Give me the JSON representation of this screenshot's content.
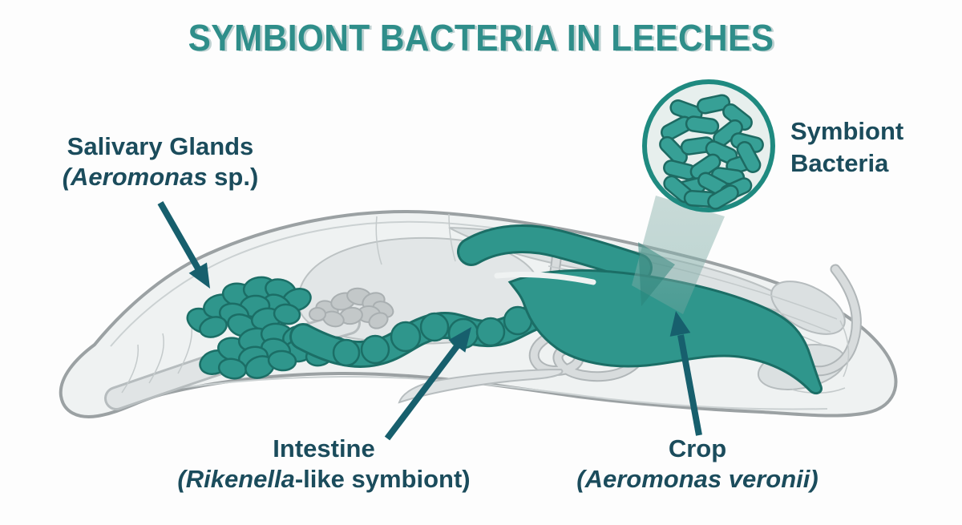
{
  "title": "SYMBIONT BACTERIA IN LEECHES",
  "labels": {
    "salivary_glands": {
      "name": "Salivary Glands",
      "species_italic": "(Aeromonas",
      "species_rest": " sp.)"
    },
    "magnifier": {
      "line1": "Symbiont",
      "line2": "Bacteria"
    },
    "intestine": {
      "name": "Intestine",
      "species_italic": "(Rikenella",
      "species_rest": "-like symbiont)"
    },
    "crop": {
      "name": "Crop",
      "species_italic": "(Aeromonas veronii)",
      "species_rest": ""
    }
  },
  "colors": {
    "title_teal": "#2F8E8A",
    "label_dark_teal": "#1B4C5C",
    "organ_teal": "#2F968C",
    "organ_outline": "#1B6E66",
    "arrow_teal": "#175F6D",
    "body_fill": "#EFF2F2",
    "body_outline": "#9BA1A3",
    "gray_organ": "#DDE2E3",
    "magnifier_ring": "#1F8A80",
    "magnifier_fill": "#E7EFED",
    "background": "#FDFDFD"
  }
}
